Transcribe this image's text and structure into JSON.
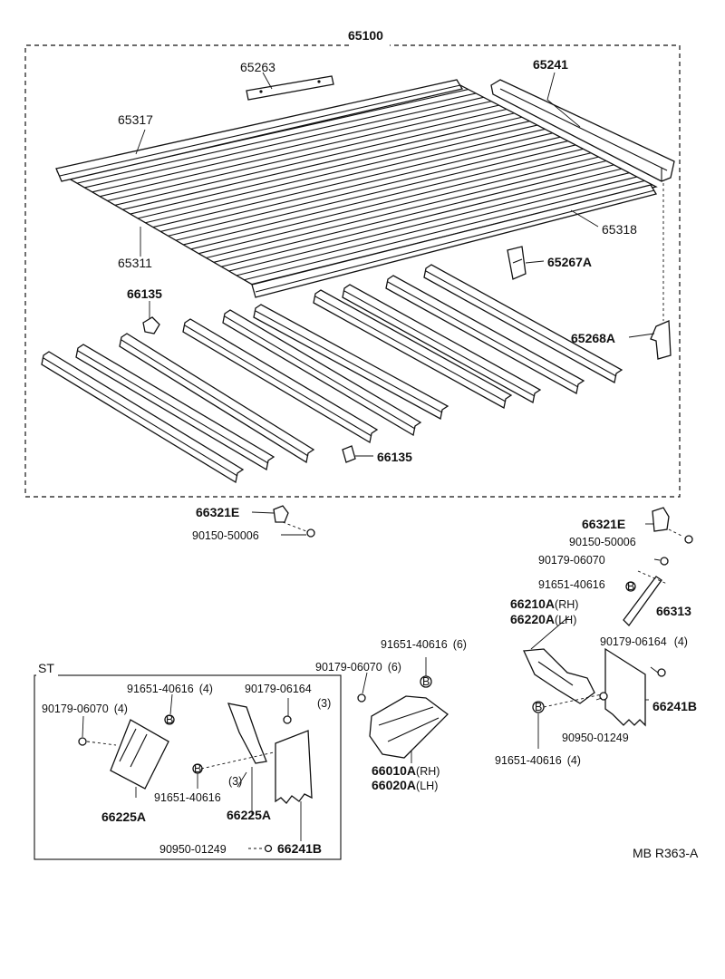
{
  "labels": {
    "p65100": "65100",
    "p65263": "65263",
    "p65241": "65241",
    "p65317": "65317",
    "p65318": "65318",
    "p65311": "65311",
    "p65267A": "65267A",
    "p66135_top": "66135",
    "p65268A": "65268A",
    "p66135_bot": "66135",
    "p66321E_left": "66321E",
    "p90150_left": "90150-50006",
    "p66321E_right": "66321E",
    "p90150_right": "90150-50006",
    "p90179_06070_right": "90179-06070",
    "p91651_40616_right": "91651-40616",
    "p66313": "66313",
    "p66210A": "66210A",
    "p66210A_suffix": "(RH)",
    "p66220A": "66220A",
    "p66220A_suffix": "(LH)",
    "p90179_06164_right": "90179-06164",
    "p90179_06164_right_qty": "(4)",
    "p66241B_right": "66241B",
    "p90950_right": "90950-01249",
    "p91651_40616_bottom_right": "91651-40616",
    "p91651_40616_bottom_right_qty": "(4)",
    "p91651_40616_mid": "91651-40616",
    "p91651_40616_mid_qty": "(6)",
    "p90179_06070_mid": "90179-06070",
    "p90179_06070_mid_qty": "(6)",
    "p66010A": "66010A",
    "p66010A_suffix": "(RH)",
    "p66020A": "66020A",
    "p66020A_suffix": "(LH)",
    "st_title": "ST",
    "st_91651_40616": "91651-40616",
    "st_91651_40616_qty": "(4)",
    "st_90179_06164": "90179-06164",
    "st_90179_06164_qty": "(3)",
    "st_90179_06070": "90179-06070",
    "st_90179_06070_qty": "(4)",
    "st_3": "(3)",
    "st_91651_40616_b": "91651-40616",
    "st_66225A_left": "66225A",
    "st_66225A_right": "66225A",
    "st_90950": "90950-01249",
    "st_66241B": "66241B",
    "ref": "MB R363-A"
  }
}
